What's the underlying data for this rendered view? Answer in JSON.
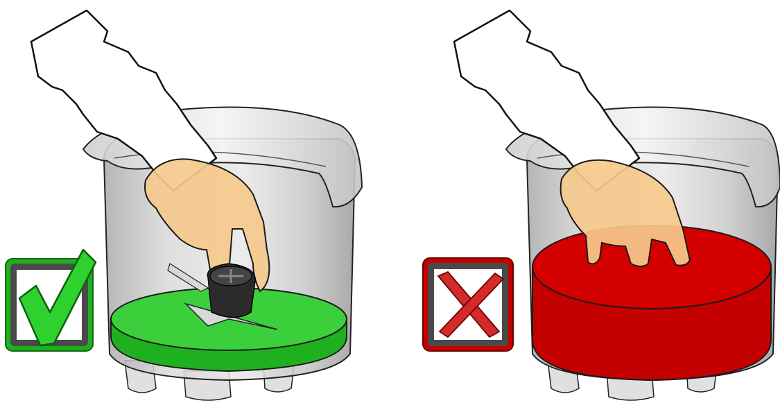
{
  "panels": [
    {
      "verdict": "correct",
      "icon": "checkmark-icon",
      "state": "green",
      "level_color": "#1FB01F"
    },
    {
      "verdict": "incorrect",
      "icon": "x-icon",
      "state": "red",
      "level_color": "#C40000"
    }
  ],
  "colors": {
    "background": "#FFFFFF",
    "outline": "#1A1A1A",
    "container_grey": "#C9C9C9",
    "hand": "#F5C98B",
    "correct_green": "#1FB01F",
    "incorrect_red": "#C40000",
    "icon_frame_dark": "#4A4A4A"
  }
}
